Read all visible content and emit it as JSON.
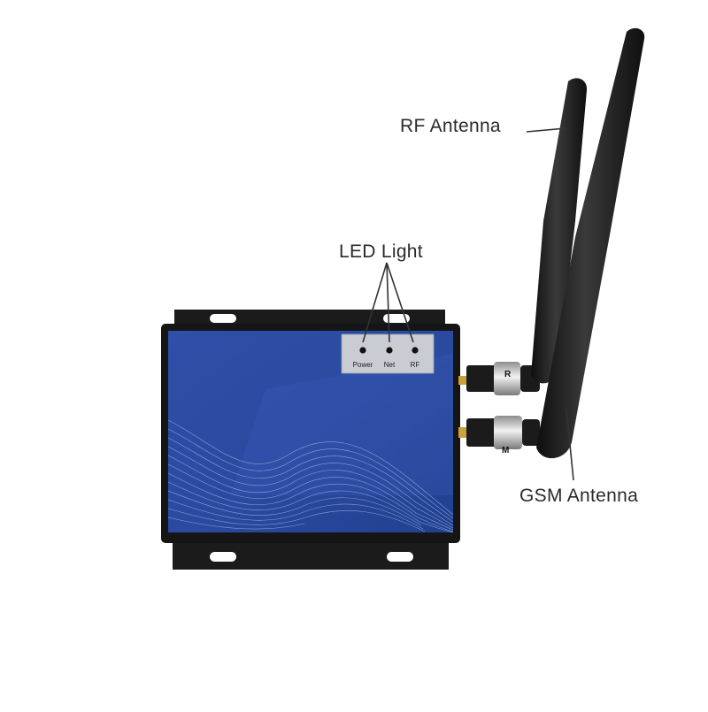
{
  "callouts": {
    "rf_antenna": "RF Antenna",
    "led_light": "LED Light",
    "gsm_antenna": "GSM Antenna"
  },
  "panel": {
    "leds": [
      {
        "label": "Power"
      },
      {
        "label": "Net"
      },
      {
        "label": "RF"
      }
    ]
  },
  "colors": {
    "panel_blue": "#2b4ba1",
    "case_black": "#161616",
    "antenna_black": "#1a1a1a",
    "connector_gold": "#c9a23c"
  }
}
